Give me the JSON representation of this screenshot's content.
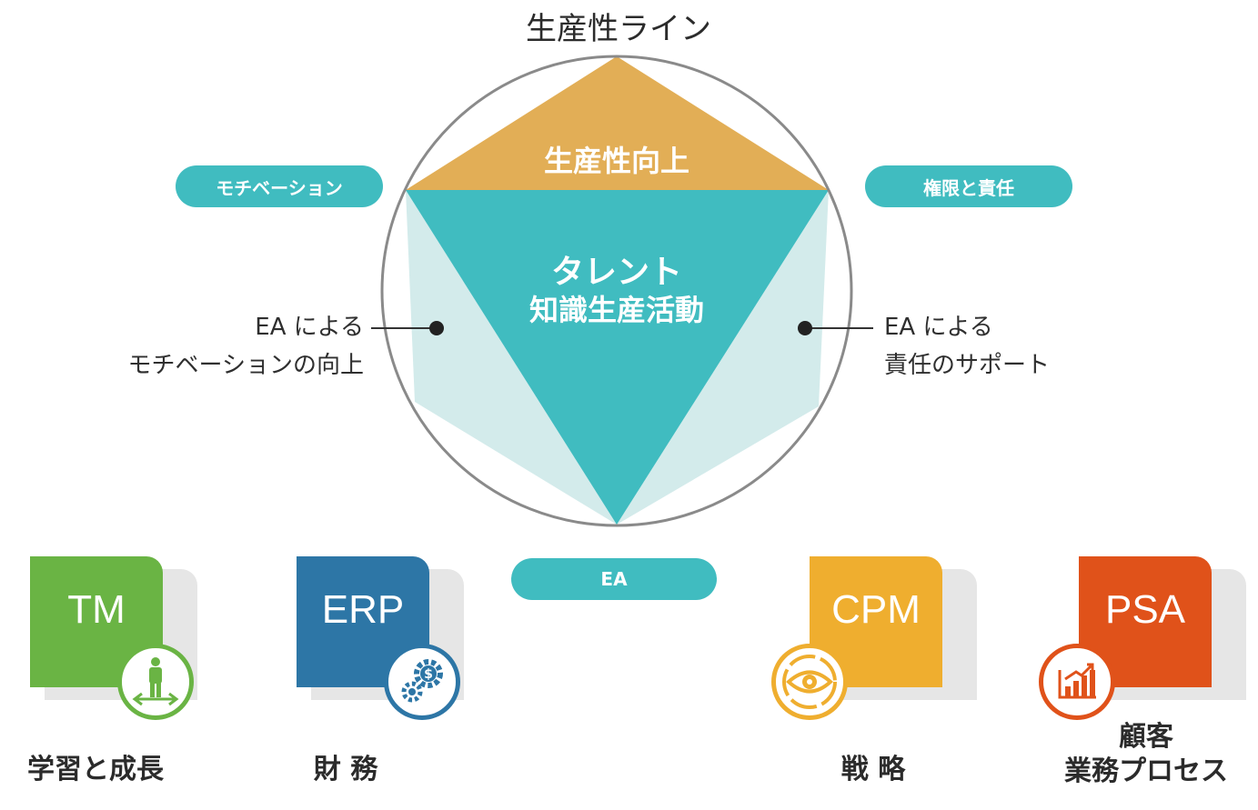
{
  "title": "生産性ライン",
  "triangle": {
    "top_label": "生産性向上",
    "center_line1": "タレント",
    "center_line2": "知識生産活動"
  },
  "pills": {
    "motivation": "モチベーション",
    "authority": "権限と責任",
    "ea": "EA"
  },
  "notes": {
    "left_line1": "EA による",
    "left_line2": "モチベーションの向上",
    "right_line1": "EA による",
    "right_line2": "責任のサポート"
  },
  "modules": [
    {
      "code": "TM",
      "caption": "学習と成長",
      "color": "#6ab444",
      "icon": "person-icon"
    },
    {
      "code": "ERP",
      "caption": "財 務",
      "color": "#2d76a6",
      "icon": "gears-dollar-icon"
    },
    {
      "code": "CPM",
      "caption": "戦 略",
      "color": "#efae2f",
      "icon": "eye-icon"
    },
    {
      "code": "PSA",
      "caption_line1": "顧客",
      "caption_line2": "業務プロセス",
      "color": "#e0521a",
      "icon": "bar-chart-icon"
    }
  ],
  "colors": {
    "triangle_top": "#e2ae56",
    "triangle_main": "#40bcc0",
    "side_panels": "#d3ebeb",
    "circle": "#888888",
    "pill": "#40bcc0"
  }
}
